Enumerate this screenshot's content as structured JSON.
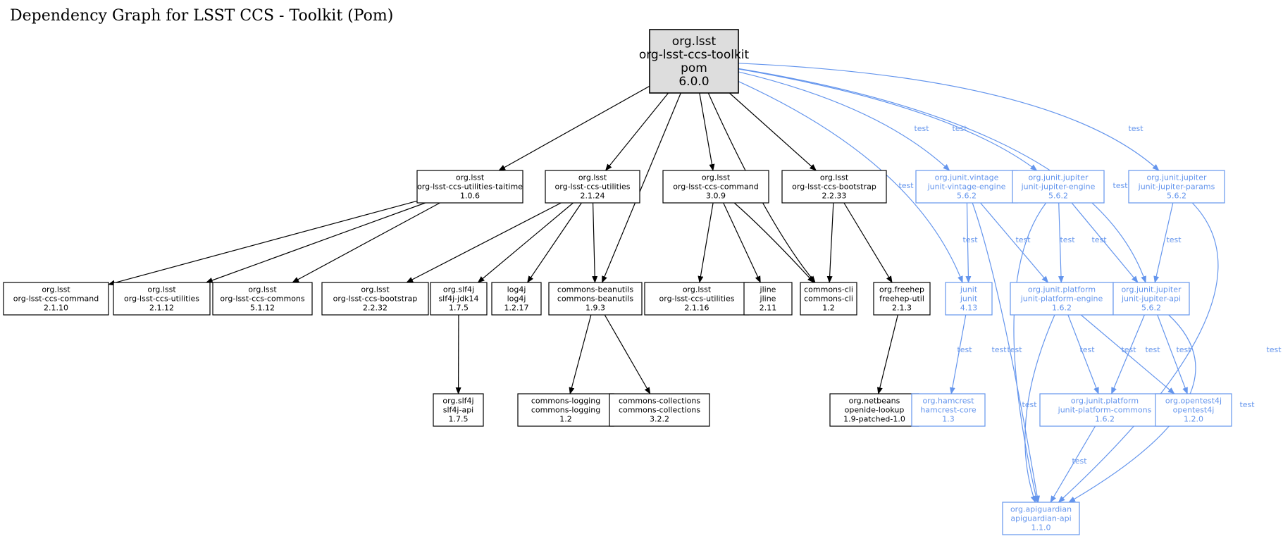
{
  "title": "Dependency Graph for LSST CCS - Toolkit (Pom)",
  "colors": {
    "compile": "#000000",
    "test": "#6495ed",
    "root_fill": "#dddddd"
  },
  "nodes": [
    {
      "id": "root",
      "lines": [
        "org.lsst",
        "org-lsst-ccs-toolkit",
        "pom",
        "6.0.0"
      ],
      "type": "root"
    },
    {
      "id": "taitime",
      "lines": [
        "org.lsst",
        "org-lsst-ccs-utilities-taitime",
        "1.0.6"
      ],
      "type": "compile"
    },
    {
      "id": "util2124",
      "lines": [
        "org.lsst",
        "org-lsst-ccs-utilities",
        "2.1.24"
      ],
      "type": "compile"
    },
    {
      "id": "cmd309",
      "lines": [
        "org.lsst",
        "org-lsst-ccs-command",
        "3.0.9"
      ],
      "type": "compile"
    },
    {
      "id": "boot2233",
      "lines": [
        "org.lsst",
        "org-lsst-ccs-bootstrap",
        "2.2.33"
      ],
      "type": "compile"
    },
    {
      "id": "vintage",
      "lines": [
        "org.junit.vintage",
        "junit-vintage-engine",
        "5.6.2"
      ],
      "type": "test"
    },
    {
      "id": "jupeng",
      "lines": [
        "org.junit.jupiter",
        "junit-jupiter-engine",
        "5.6.2"
      ],
      "type": "test"
    },
    {
      "id": "jupparams",
      "lines": [
        "org.junit.jupiter",
        "junit-jupiter-params",
        "5.6.2"
      ],
      "type": "test"
    },
    {
      "id": "cmd2110",
      "lines": [
        "org.lsst",
        "org-lsst-ccs-command",
        "2.1.10"
      ],
      "type": "compile"
    },
    {
      "id": "util2112",
      "lines": [
        "org.lsst",
        "org-lsst-ccs-utilities",
        "2.1.12"
      ],
      "type": "compile"
    },
    {
      "id": "commons5112",
      "lines": [
        "org.lsst",
        "org-lsst-ccs-commons",
        "5.1.12"
      ],
      "type": "compile"
    },
    {
      "id": "boot2232",
      "lines": [
        "org.lsst",
        "org-lsst-ccs-bootstrap",
        "2.2.32"
      ],
      "type": "compile"
    },
    {
      "id": "slf4jjdk",
      "lines": [
        "org.slf4j",
        "slf4j-jdk14",
        "1.7.5"
      ],
      "type": "compile"
    },
    {
      "id": "log4j",
      "lines": [
        "log4j",
        "log4j",
        "1.2.17"
      ],
      "type": "compile"
    },
    {
      "id": "beanutils",
      "lines": [
        "commons-beanutils",
        "commons-beanutils",
        "1.9.3"
      ],
      "type": "compile"
    },
    {
      "id": "util2116",
      "lines": [
        "org.lsst",
        "org-lsst-ccs-utilities",
        "2.1.16"
      ],
      "type": "compile"
    },
    {
      "id": "jline",
      "lines": [
        "jline",
        "jline",
        "2.11"
      ],
      "type": "compile"
    },
    {
      "id": "cli",
      "lines": [
        "commons-cli",
        "commons-cli",
        "1.2"
      ],
      "type": "compile"
    },
    {
      "id": "freehep",
      "lines": [
        "org.freehep",
        "freehep-util",
        "2.1.3"
      ],
      "type": "compile"
    },
    {
      "id": "junit",
      "lines": [
        "junit",
        "junit",
        "4.13"
      ],
      "type": "test"
    },
    {
      "id": "platengine",
      "lines": [
        "org.junit.platform",
        "junit-platform-engine",
        "1.6.2"
      ],
      "type": "test"
    },
    {
      "id": "jupapi",
      "lines": [
        "org.junit.jupiter",
        "junit-jupiter-api",
        "5.6.2"
      ],
      "type": "test"
    },
    {
      "id": "slf4japi",
      "lines": [
        "org.slf4j",
        "slf4j-api",
        "1.7.5"
      ],
      "type": "compile"
    },
    {
      "id": "logging",
      "lines": [
        "commons-logging",
        "commons-logging",
        "1.2"
      ],
      "type": "compile"
    },
    {
      "id": "collections",
      "lines": [
        "commons-collections",
        "commons-collections",
        "3.2.2"
      ],
      "type": "compile"
    },
    {
      "id": "openide",
      "lines": [
        "org.netbeans",
        "openide-lookup",
        "1.9-patched-1.0"
      ],
      "type": "compile"
    },
    {
      "id": "hamcrest",
      "lines": [
        "org.hamcrest",
        "hamcrest-core",
        "1.3"
      ],
      "type": "test"
    },
    {
      "id": "platcommons",
      "lines": [
        "org.junit.platform",
        "junit-platform-commons",
        "1.6.2"
      ],
      "type": "test"
    },
    {
      "id": "opentest4j",
      "lines": [
        "org.opentest4j",
        "opentest4j",
        "1.2.0"
      ],
      "type": "test"
    },
    {
      "id": "apiguardian",
      "lines": [
        "org.apiguardian",
        "apiguardian-api",
        "1.1.0"
      ],
      "type": "test"
    }
  ],
  "edges": [
    {
      "id": "e1",
      "from": "root",
      "to": "taitime",
      "type": "compile",
      "label": ""
    },
    {
      "id": "e2",
      "from": "root",
      "to": "util2124",
      "type": "compile",
      "label": ""
    },
    {
      "id": "e3",
      "from": "root",
      "to": "beanutils",
      "type": "compile",
      "label": ""
    },
    {
      "id": "e4",
      "from": "root",
      "to": "cmd309",
      "type": "compile",
      "label": ""
    },
    {
      "id": "e5",
      "from": "root",
      "to": "cli",
      "type": "compile",
      "label": ""
    },
    {
      "id": "e6",
      "from": "root",
      "to": "boot2233",
      "type": "compile",
      "label": ""
    },
    {
      "id": "e7",
      "from": "root",
      "to": "junit",
      "type": "test",
      "label": "test"
    },
    {
      "id": "e8",
      "from": "root",
      "to": "vintage",
      "type": "test",
      "label": "test"
    },
    {
      "id": "e9",
      "from": "root",
      "to": "jupeng",
      "type": "test",
      "label": "test"
    },
    {
      "id": "e10",
      "from": "root",
      "to": "jupapi",
      "type": "test",
      "label": "test"
    },
    {
      "id": "e11",
      "from": "root",
      "to": "jupparams",
      "type": "test",
      "label": "test"
    },
    {
      "id": "e12",
      "from": "taitime",
      "to": "cmd2110",
      "type": "compile",
      "label": ""
    },
    {
      "id": "e13",
      "from": "taitime",
      "to": "util2112",
      "type": "compile",
      "label": ""
    },
    {
      "id": "e14",
      "from": "taitime",
      "to": "commons5112",
      "type": "compile",
      "label": ""
    },
    {
      "id": "e15",
      "from": "util2124",
      "to": "boot2232",
      "type": "compile",
      "label": ""
    },
    {
      "id": "e16",
      "from": "util2124",
      "to": "slf4jjdk",
      "type": "compile",
      "label": ""
    },
    {
      "id": "e17",
      "from": "util2124",
      "to": "log4j",
      "type": "compile",
      "label": ""
    },
    {
      "id": "e18",
      "from": "util2124",
      "to": "beanutils",
      "type": "compile",
      "label": ""
    },
    {
      "id": "e19",
      "from": "cmd309",
      "to": "util2116",
      "type": "compile",
      "label": ""
    },
    {
      "id": "e20",
      "from": "cmd309",
      "to": "jline",
      "type": "compile",
      "label": ""
    },
    {
      "id": "e21",
      "from": "cmd309",
      "to": "cli",
      "type": "compile",
      "label": ""
    },
    {
      "id": "e22",
      "from": "boot2233",
      "to": "cli",
      "type": "compile",
      "label": ""
    },
    {
      "id": "e23",
      "from": "boot2233",
      "to": "freehep",
      "type": "compile",
      "label": ""
    },
    {
      "id": "e24",
      "from": "vintage",
      "to": "junit",
      "type": "test",
      "label": "test"
    },
    {
      "id": "e25",
      "from": "vintage",
      "to": "platengine",
      "type": "test",
      "label": "test"
    },
    {
      "id": "e26",
      "from": "vintage",
      "to": "apiguardian",
      "type": "test",
      "label": "test"
    },
    {
      "id": "e27",
      "from": "jupeng",
      "to": "apiguardian",
      "type": "test",
      "label": "test"
    },
    {
      "id": "e28",
      "from": "jupeng",
      "to": "platengine",
      "type": "test",
      "label": "test"
    },
    {
      "id": "e29",
      "from": "jupeng",
      "to": "jupapi",
      "type": "test",
      "label": "test"
    },
    {
      "id": "e30",
      "from": "jupparams",
      "to": "jupapi",
      "type": "test",
      "label": "test"
    },
    {
      "id": "e31",
      "from": "jupparams",
      "to": "apiguardian",
      "type": "test",
      "label": "test"
    },
    {
      "id": "e32",
      "from": "slf4jjdk",
      "to": "slf4japi",
      "type": "compile",
      "label": ""
    },
    {
      "id": "e33",
      "from": "beanutils",
      "to": "logging",
      "type": "compile",
      "label": ""
    },
    {
      "id": "e34",
      "from": "beanutils",
      "to": "collections",
      "type": "compile",
      "label": ""
    },
    {
      "id": "e35",
      "from": "freehep",
      "to": "openide",
      "type": "compile",
      "label": ""
    },
    {
      "id": "e36",
      "from": "junit",
      "to": "hamcrest",
      "type": "test",
      "label": "test"
    },
    {
      "id": "e37",
      "from": "platengine",
      "to": "apiguardian",
      "type": "test",
      "label": "test"
    },
    {
      "id": "e38",
      "from": "platengine",
      "to": "platcommons",
      "type": "test",
      "label": "test"
    },
    {
      "id": "e39",
      "from": "platengine",
      "to": "opentest4j",
      "type": "test",
      "label": "test"
    },
    {
      "id": "e40",
      "from": "jupapi",
      "to": "platcommons",
      "type": "test",
      "label": "test"
    },
    {
      "id": "e41",
      "from": "jupapi",
      "to": "opentest4j",
      "type": "test",
      "label": "test"
    },
    {
      "id": "e42",
      "from": "jupapi",
      "to": "apiguardian",
      "type": "test",
      "label": "test"
    },
    {
      "id": "e43",
      "from": "platcommons",
      "to": "apiguardian",
      "type": "test",
      "label": "test"
    }
  ]
}
